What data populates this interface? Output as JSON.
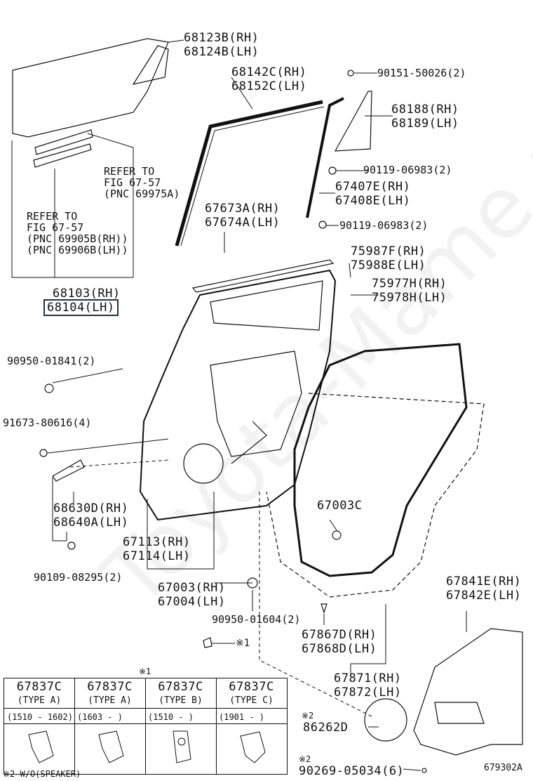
{
  "watermark": "Toyota-Mame.ru",
  "figure_code": "679302A",
  "labels": {
    "l68123": [
      "68123B(RH)",
      "68124B(LH)"
    ],
    "l68142": [
      "68142C(RH)",
      "68152C(LH)"
    ],
    "l90151": "90151-50026(2)",
    "l68188": [
      "68188(RH)",
      "68189(LH)"
    ],
    "l90119a": "90119-06983(2)",
    "l67407": [
      "67407E(RH)",
      "67408E(LH)"
    ],
    "l90119b": "90119-06983(2)",
    "l67673": [
      "67673A(RH)",
      "67674A(LH)"
    ],
    "l75987": [
      "75987F(RH)",
      "75988E(LH)"
    ],
    "l75977": [
      "75977H(RH)",
      "75978H(LH)"
    ],
    "l68103": [
      "68103(RH)",
      "68104(LH)"
    ],
    "l90950a": "90950-01841(2)",
    "l91673": "91673-80616(4)",
    "l68630": [
      "68630D(RH)",
      "68640A(LH)"
    ],
    "l67003c": "67003C",
    "l67113": [
      "67113(RH)",
      "67114(LH)"
    ],
    "l90109": "90109-08295(2)",
    "l67003": [
      "67003(RH)",
      "67004(LH)"
    ],
    "l90950b": "90950-01604(2)",
    "l67841": [
      "67841E(RH)",
      "67842E(LH)"
    ],
    "l67867": [
      "67867D(RH)",
      "67868D(LH)"
    ],
    "l67871": [
      "67871(RH)",
      "67872(LH)"
    ],
    "l86262": "86262D",
    "l90269": "90269-05034(6)",
    "ref1": [
      "REFER TO",
      "FIG 67-57",
      "(PNC 69975A)"
    ],
    "ref2": [
      "REFER TO",
      "FIG 67-57",
      "(PNC 69905B(RH))",
      "(PNC 69906B(LH))"
    ],
    "mark1": "※1",
    "mark2a": "※2",
    "mark2b": "※2",
    "clip_mark": "※1"
  },
  "legend": {
    "mark": "※1",
    "columns": [
      {
        "part": "67837C",
        "type": "(TYPE A)",
        "date": "(1510 - 1602)"
      },
      {
        "part": "67837C",
        "type": "(TYPE A)",
        "date": "(1603 -     )"
      },
      {
        "part": "67837C",
        "type": "(TYPE B)",
        "date": "(1510 -     )"
      },
      {
        "part": "67837C",
        "type": "(TYPE C)",
        "date": "(1901 -     )"
      }
    ],
    "footnote": "※2 W/O(SPEAKER)"
  }
}
